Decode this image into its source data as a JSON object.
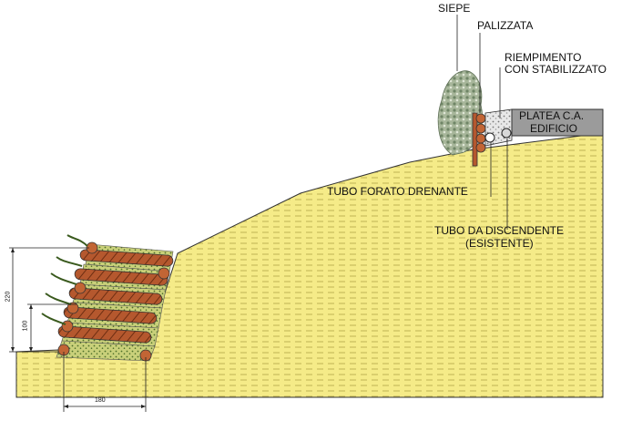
{
  "labels": {
    "siepe": "SIEPE",
    "palizzata": "PALIZZATA",
    "riempimento_line1": "RIEMPIMENTO",
    "riempimento_line2": "CON STABILIZZATO",
    "platea_line1": "PLATEA C.A.",
    "platea_line2": "EDIFICIO",
    "tubo_forato": "TUBO FORATO DRENANTE",
    "tubo_discendente_line1": "TUBO DA DISCENDENTE",
    "tubo_discendente_line2": "(ESISTENTE)"
  },
  "dimensions": {
    "height_total": "220",
    "height_partial": "100",
    "base_width": "180"
  },
  "colors": {
    "soil": "#f5eb88",
    "soil_lines": "#a89b3e",
    "log": "#b5582e",
    "log_stripes": "#6e2e12",
    "vegetation": "#c9d07a",
    "vegetation_dots": "#4e6f2a",
    "hedge": "#9aab8c",
    "platea": "#9b9b9b",
    "gravel": "#e4e4e4"
  }
}
